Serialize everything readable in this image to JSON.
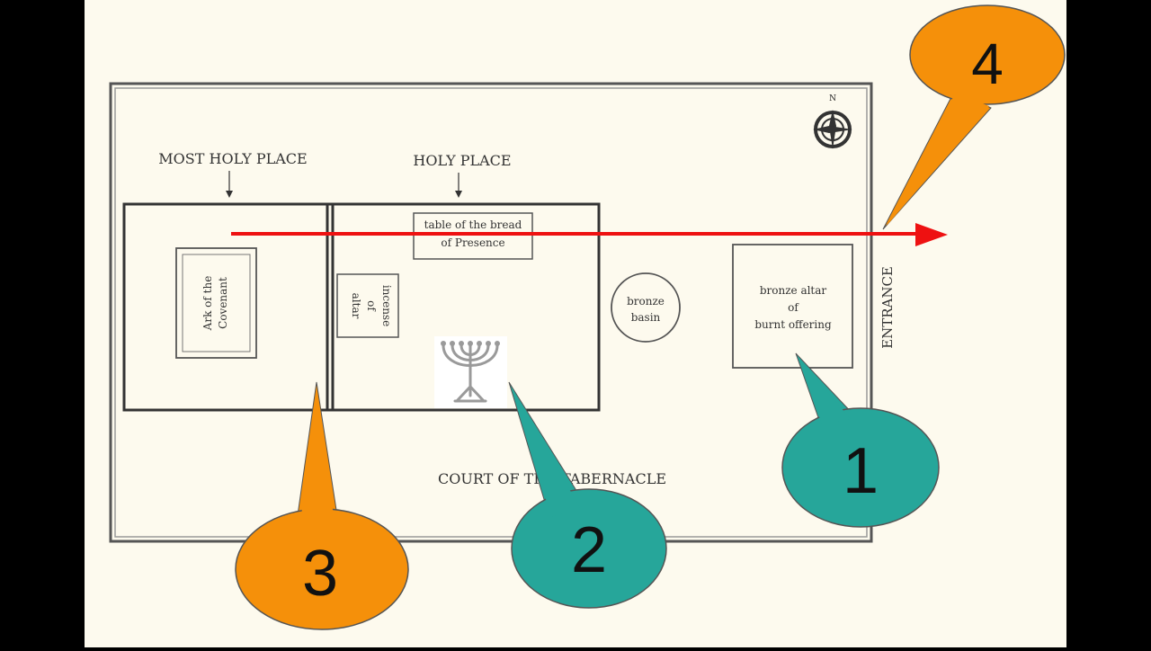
{
  "labels": {
    "most_holy_place": "MOST HOLY PLACE",
    "holy_place": "HOLY PLACE",
    "court": "COURT OF THE TABERNACLE",
    "entrance": "ENTRANCE",
    "compass_north": "N"
  },
  "items": {
    "ark_line1": "Ark of the",
    "ark_line2": "Covenant",
    "table_line1": "table of the bread",
    "table_line2": "of Presence",
    "altar_incense_line1": "altar",
    "altar_incense_line2": "of",
    "altar_incense_line3": "incense",
    "basin_line1": "bronze",
    "basin_line2": "basin",
    "altar_burnt_line1": "bronze altar",
    "altar_burnt_line2": "of",
    "altar_burnt_line3": "burnt offering"
  },
  "callouts": [
    {
      "number": "1",
      "color": "#26a69a"
    },
    {
      "number": "2",
      "color": "#26a69a"
    },
    {
      "number": "3",
      "color": "#f5900a"
    },
    {
      "number": "4",
      "color": "#f5900a"
    }
  ],
  "colors": {
    "background": "#fdfaee",
    "side_bars": "#000000",
    "arrow": "#ee1111",
    "outline": "#333333"
  }
}
